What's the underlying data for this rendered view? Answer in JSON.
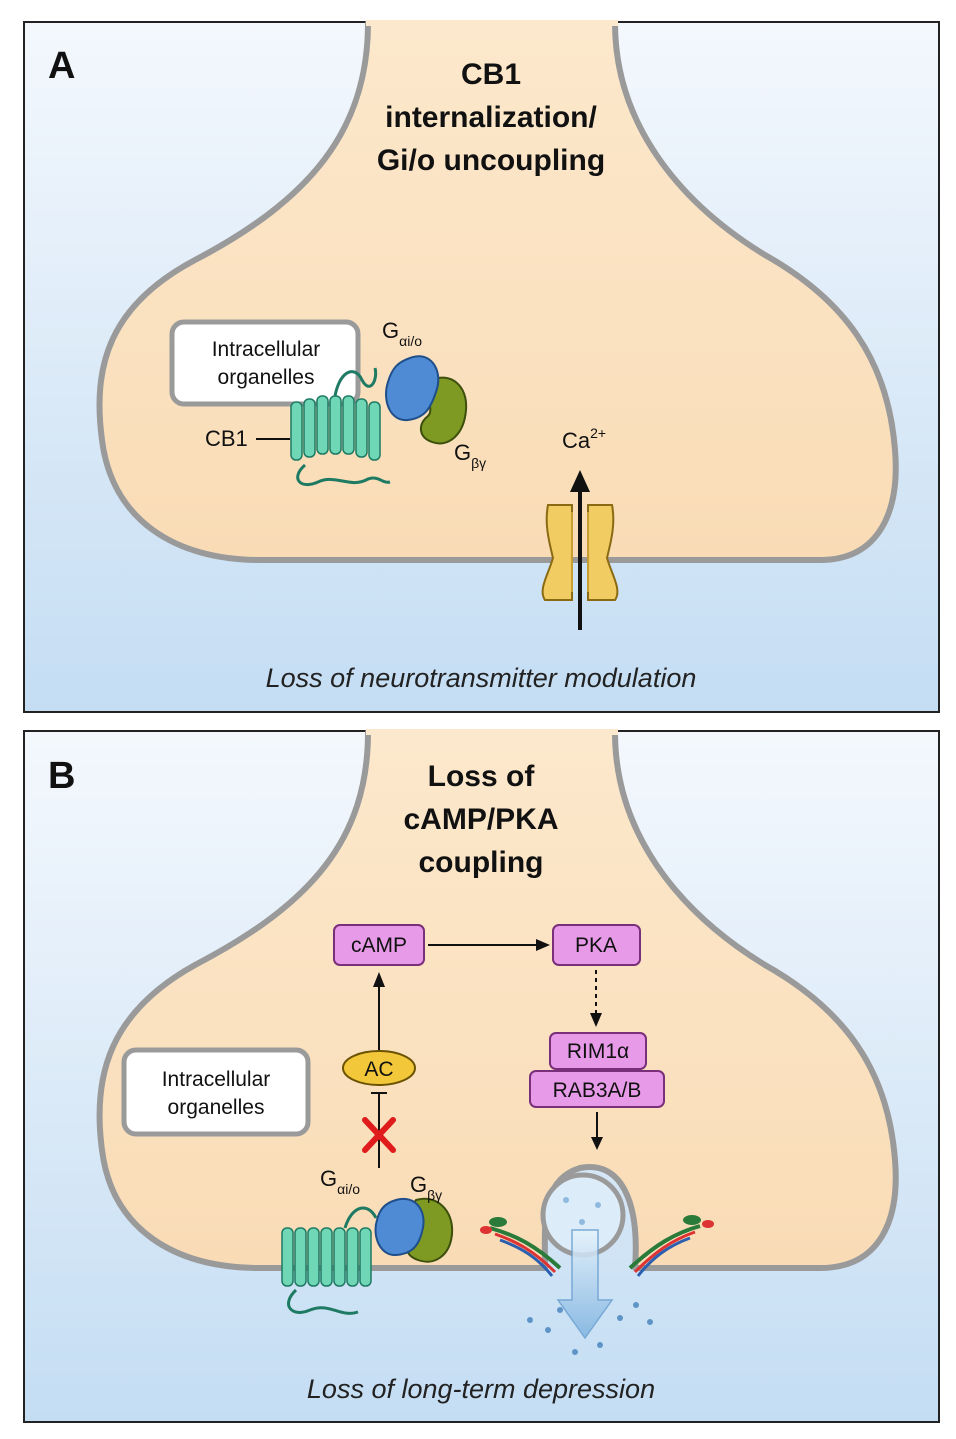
{
  "panel_a": {
    "label": "A",
    "title": [
      "CB1",
      "internalization/",
      "Gi/o uncoupling"
    ],
    "organelles": [
      "Intracellular",
      "organelles"
    ],
    "cb1": "CB1",
    "g_alpha_main": "G",
    "g_alpha_sub": "αi/o",
    "g_beta_main": "G",
    "g_beta_sub": "βγ",
    "ca_main": "Ca",
    "ca_sup": "2+",
    "caption": "Loss of neurotransmitter modulation"
  },
  "panel_b": {
    "label": "B",
    "title": [
      "Loss of",
      "cAMP/PKA",
      "coupling"
    ],
    "camp": "cAMP",
    "pka": "PKA",
    "ac": "AC",
    "rim": "RIM1α",
    "rab": "RAB3A/B",
    "organelles": [
      "Intracellular",
      "organelles"
    ],
    "g_alpha_main": "G",
    "g_alpha_sub": "αi/o",
    "g_beta_main": "G",
    "g_beta_sub": "βγ",
    "caption": "Loss of long-term depression"
  },
  "colors": {
    "background_top": "#f4f8fd",
    "background_bottom": "#c4ddf3",
    "cell_fill": "#fce3c3",
    "membrane": "#9a9a9a",
    "receptor": "#6fd6b6",
    "g_alpha": "#4e8bd4",
    "g_beta": "#7f9a22",
    "channel": "#f0cc62",
    "enzyme_box": "#e79ae8",
    "ac_oval": "#f2c73a",
    "inhibit_x": "#e01b1b"
  }
}
